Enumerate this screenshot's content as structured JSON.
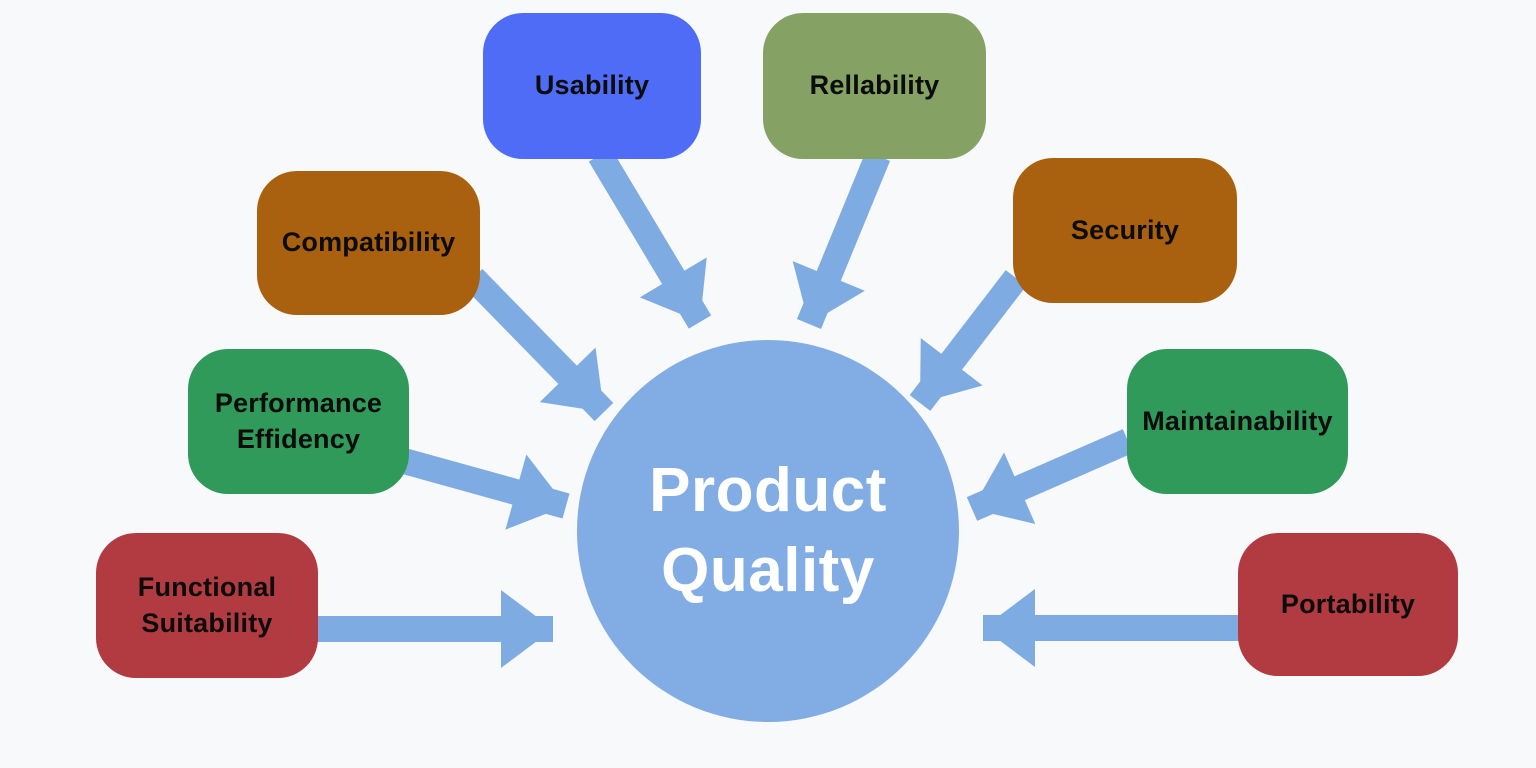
{
  "diagram": {
    "background": "#f7f9fa",
    "arrow_color": "#7fabe3",
    "center": {
      "id": "product-quality",
      "label": "Product Quality",
      "color": "#81ade4",
      "text_color": "#ffffff"
    },
    "nodes": [
      {
        "id": "usability",
        "label": "Usability",
        "color": "#4e6cf6"
      },
      {
        "id": "rellability",
        "label": "Rellability",
        "color": "#85a264"
      },
      {
        "id": "compatibility",
        "label": "Compatibility",
        "color": "#a9600f"
      },
      {
        "id": "security",
        "label": "Security",
        "color": "#a9600f"
      },
      {
        "id": "performance-effidency",
        "label": "Performance Effidency",
        "color": "#2f9a59"
      },
      {
        "id": "maintainability",
        "label": "Maintainability",
        "color": "#2f9a59"
      },
      {
        "id": "functional-suitability",
        "label": "Functional Suitability",
        "color": "#b13b40"
      },
      {
        "id": "portability",
        "label": "Portability",
        "color": "#b13b40"
      }
    ],
    "edges": [
      {
        "from": "usability",
        "to": "product-quality"
      },
      {
        "from": "rellability",
        "to": "product-quality"
      },
      {
        "from": "compatibility",
        "to": "product-quality"
      },
      {
        "from": "security",
        "to": "product-quality"
      },
      {
        "from": "performance-effidency",
        "to": "product-quality"
      },
      {
        "from": "maintainability",
        "to": "product-quality"
      },
      {
        "from": "functional-suitability",
        "to": "product-quality"
      },
      {
        "from": "portability",
        "to": "product-quality"
      }
    ]
  }
}
